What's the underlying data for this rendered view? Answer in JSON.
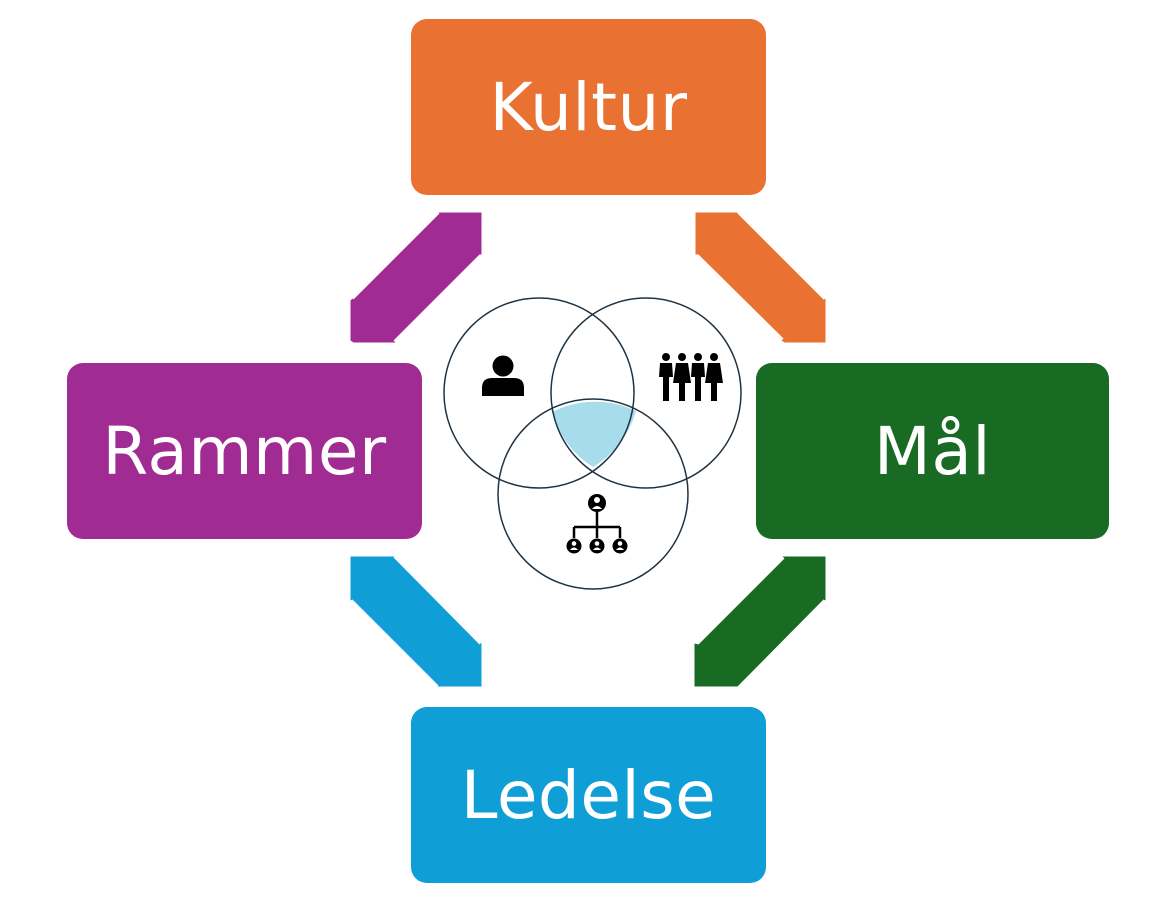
{
  "boxes": {
    "kultur": {
      "label": "Kultur",
      "color": "#E97132"
    },
    "rammer": {
      "label": "Rammer",
      "color": "#A02B93"
    },
    "mal": {
      "label": "Mål",
      "color": "#196B24"
    },
    "ledelse": {
      "label": "Ledelse",
      "color": "#0F9ED5"
    }
  },
  "arrows": {
    "kultur_rammer": {
      "color": "#A02B93"
    },
    "kultur_mal": {
      "color": "#E97132"
    },
    "rammer_ledelse": {
      "color": "#0F9ED5"
    },
    "mal_ledelse": {
      "color": "#196B24"
    }
  },
  "venn": {
    "circle_stroke": "#1F3342",
    "intersection_fill": "#A6DCEB",
    "icons": [
      "person-icon",
      "group-of-people-icon",
      "org-chart-icon"
    ]
  }
}
